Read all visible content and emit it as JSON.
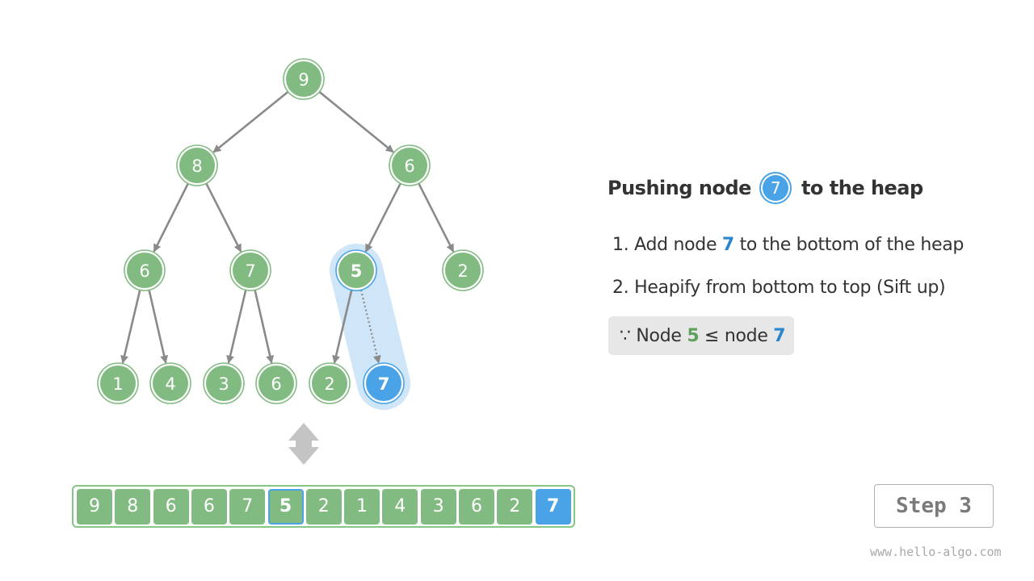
{
  "heap": {
    "values": [
      "9",
      "8",
      "6",
      "6",
      "7",
      "5",
      "2",
      "1",
      "4",
      "3",
      "6",
      "2",
      "7"
    ],
    "current_index": 5,
    "pushed_index": 12
  },
  "panel": {
    "title_prefix": "Pushing node",
    "title_node": "7",
    "title_suffix": "to the heap",
    "step1_prefix": "1. Add node",
    "step1_node": "7",
    "step1_suffix": "to the bottom of the heap",
    "step2": "2. Heapify from bottom to top (Sift up)",
    "because_prefix": "∵ Node",
    "because_left": "5",
    "because_op": "≤ node",
    "because_right": "7"
  },
  "step_label": "Step 3",
  "watermark": "www.hello-algo.com",
  "colors": {
    "node_green": "#82bb82",
    "node_highlight_blue": "#4aa3e6",
    "edge_gray": "#8a8a8a",
    "swap_band": "#cfe5f8"
  }
}
